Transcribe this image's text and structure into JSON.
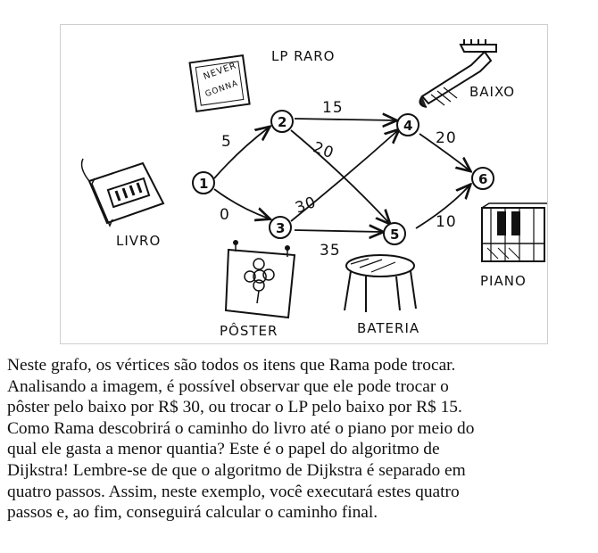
{
  "graph": {
    "nodes": [
      {
        "id": "1",
        "label": "1"
      },
      {
        "id": "2",
        "label": "2"
      },
      {
        "id": "3",
        "label": "3"
      },
      {
        "id": "4",
        "label": "4"
      },
      {
        "id": "5",
        "label": "5"
      },
      {
        "id": "6",
        "label": "6"
      }
    ],
    "edges": [
      {
        "from": "1",
        "to": "2",
        "weight": "5"
      },
      {
        "from": "1",
        "to": "3",
        "weight": "0"
      },
      {
        "from": "2",
        "to": "4",
        "weight": "15"
      },
      {
        "from": "2",
        "to": "5",
        "weight": "20"
      },
      {
        "from": "3",
        "to": "4",
        "weight": "30"
      },
      {
        "from": "3",
        "to": "5",
        "weight": "35"
      },
      {
        "from": "4",
        "to": "6",
        "weight": "20"
      },
      {
        "from": "5",
        "to": "6",
        "weight": "10"
      }
    ],
    "item_labels": {
      "lp": "LP RARO",
      "bass": "BAIXO",
      "book": "LIVRO",
      "piano": "PIANO",
      "poster": "PÔSTER",
      "drums": "BATERIA"
    },
    "record_text_top": "NEVER",
    "record_text_bottom": "GONNA"
  },
  "caption": {
    "lines": [
      "Neste grafo, os vértices são todos os itens que Rama pode trocar.",
      "Analisando a imagem, é possível observar que ele pode trocar o",
      "pôster pelo baixo por R$ 30, ou trocar o LP pelo baixo por R$ 15.",
      "Como Rama descobrirá o caminho do livro até o piano por meio do",
      "qual ele gasta a menor quantia? Este é o papel do algoritmo de",
      "Dijkstra! Lembre-se de que o algoritmo de Dijkstra é separado em",
      "quatro passos. Assim, neste exemplo, você executará estes quatro",
      "passos e, ao fim, conseguirá calcular o caminho final."
    ]
  }
}
